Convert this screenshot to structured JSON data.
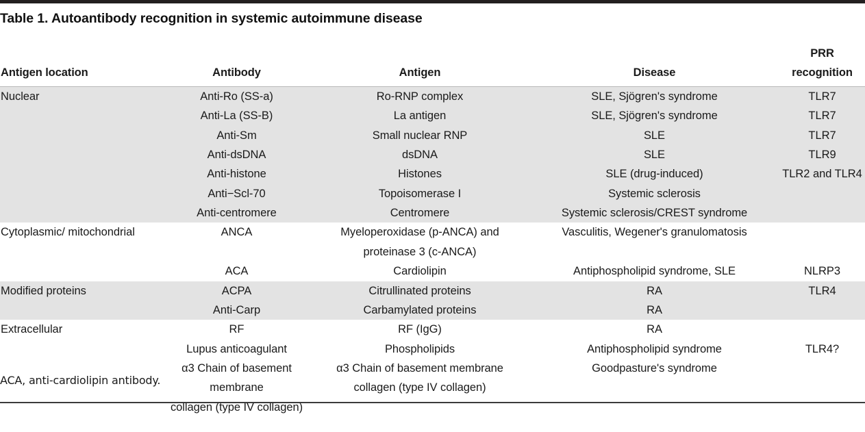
{
  "document": {
    "title": "Table 1. Autoantibody recognition in systemic autoimmune disease",
    "footnote": "ACA, anti-cardiolipin antibody.",
    "accent_rule_color": "#231f20",
    "shade_color": "#e3e3e3"
  },
  "table": {
    "columns": [
      {
        "key": "location",
        "label": "Antigen location",
        "align": "left"
      },
      {
        "key": "antibody",
        "label": "Antibody",
        "align": "center"
      },
      {
        "key": "antigen",
        "label": "Antigen",
        "align": "center"
      },
      {
        "key": "disease",
        "label": "Disease",
        "align": "center"
      },
      {
        "key": "prr",
        "label": "PRR recognition",
        "align": "center"
      }
    ],
    "rows": [
      {
        "shaded": true,
        "tall": false,
        "location": "Nuclear",
        "antibody": "Anti-Ro (SS-a)",
        "antigen": "Ro-RNP complex",
        "disease": "SLE, Sjögren's syndrome",
        "prr": "TLR7"
      },
      {
        "shaded": true,
        "tall": false,
        "location": "",
        "antibody": "Anti-La (SS-B)",
        "antigen": "La antigen",
        "disease": "SLE, Sjögren's syndrome",
        "prr": "TLR7"
      },
      {
        "shaded": true,
        "tall": false,
        "location": "",
        "antibody": "Anti-Sm",
        "antigen": "Small nuclear RNP",
        "disease": "SLE",
        "prr": "TLR7"
      },
      {
        "shaded": true,
        "tall": false,
        "location": "",
        "antibody": "Anti-dsDNA",
        "antigen": "dsDNA",
        "disease": "SLE",
        "prr": "TLR9"
      },
      {
        "shaded": true,
        "tall": false,
        "location": "",
        "antibody": "Anti-histone",
        "antigen": "Histones",
        "disease": "SLE (drug-induced)",
        "prr": "TLR2 and TLR4"
      },
      {
        "shaded": true,
        "tall": false,
        "location": "",
        "antibody": "Anti−Scl-70",
        "antigen": "Topoisomerase I",
        "disease": "Systemic sclerosis",
        "prr": ""
      },
      {
        "shaded": true,
        "tall": false,
        "location": "",
        "antibody": "Anti-centromere",
        "antigen": "Centromere",
        "disease": "Systemic sclerosis/CREST syndrome",
        "prr": ""
      },
      {
        "shaded": false,
        "tall": true,
        "location": "Cytoplasmic/ mitochondrial",
        "antibody": "ANCA",
        "antigen": "Myeloperoxidase (p-ANCA) and\nproteinase 3 (c-ANCA)",
        "disease": "Vasculitis, Wegener's granulomatosis",
        "prr": ""
      },
      {
        "shaded": false,
        "tall": false,
        "location": "",
        "antibody": "ACA",
        "antigen": "Cardiolipin",
        "disease": "Antiphospholipid syndrome, SLE",
        "prr": "NLRP3"
      },
      {
        "shaded": true,
        "tall": false,
        "location": "Modified proteins",
        "antibody": "ACPA",
        "antigen": "Citrullinated proteins",
        "disease": "RA",
        "prr": "TLR4"
      },
      {
        "shaded": true,
        "tall": false,
        "location": "",
        "antibody": "Anti-Carp",
        "antigen": "Carbamylated proteins",
        "disease": "RA",
        "prr": ""
      },
      {
        "shaded": false,
        "tall": false,
        "location": "Extracellular",
        "antibody": "RF",
        "antigen": "RF (IgG)",
        "disease": "RA",
        "prr": ""
      },
      {
        "shaded": false,
        "tall": false,
        "location": "",
        "antibody": "Lupus anticoagulant",
        "antigen": "Phospholipids",
        "disease": "Antiphospholipid syndrome",
        "prr": "TLR4?"
      },
      {
        "shaded": false,
        "tall": true,
        "location": "",
        "antibody": "α3 Chain of basement membrane\ncollagen (type IV collagen)",
        "antigen": "α3 Chain of basement membrane\ncollagen (type IV collagen)",
        "disease": "Goodpasture's syndrome",
        "prr": ""
      }
    ]
  }
}
